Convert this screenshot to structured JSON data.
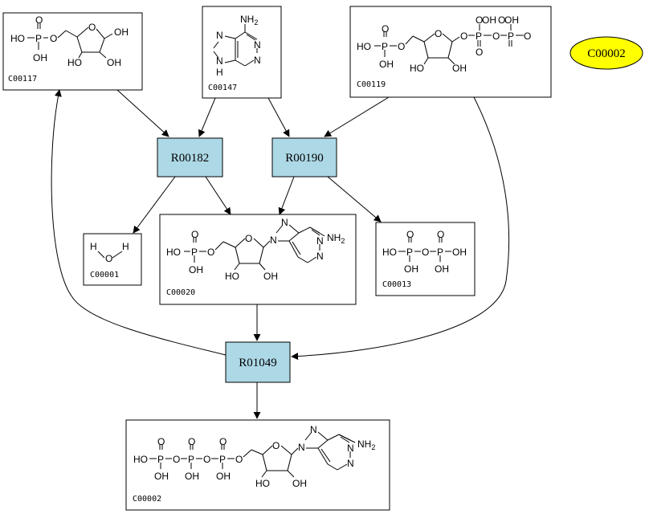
{
  "compounds": {
    "c00117": {
      "id": "C00117",
      "atoms": {
        "ho_p": "HO",
        "p": "P",
        "o_dbl": "O",
        "oh_p": "OH",
        "o_link": "O",
        "o_ring": "O",
        "oh_anom": "OH",
        "ho_c3": "HO",
        "oh_c2": "OH"
      }
    },
    "c00147": {
      "id": "C00147",
      "atoms": {
        "nh2": "NH",
        "nh2_sub": "2",
        "n7": "N",
        "n1": "N",
        "n3": "N",
        "n9": "N",
        "h9": "H"
      }
    },
    "c00119": {
      "id": "C00119",
      "atoms": {
        "ho_p": "HO",
        "p1": "P",
        "o1_dbl": "O",
        "oh_p1": "OH",
        "o_link": "O",
        "o_ring": "O",
        "o_b1": "O",
        "p2": "P",
        "o2_up": "O",
        "oh2_up": "OH",
        "o_b2": "O",
        "p3": "P",
        "o3_up": "O",
        "oh3_up": "OH",
        "o2_dn": "O",
        "o3_dn": "O",
        "ho_c3": "HO",
        "oh_c2": "OH"
      }
    },
    "c00001": {
      "id": "C00001",
      "atoms": {
        "h1": "H",
        "o": "O",
        "h2": "H"
      }
    },
    "c00020": {
      "id": "C00020",
      "atoms": {
        "ho_p": "HO",
        "p": "P",
        "o_dbl": "O",
        "oh_p": "OH",
        "o_link": "O",
        "o_ring": "O",
        "n9": "N",
        "n7": "N",
        "n1": "N",
        "n3": "N",
        "nh2": "NH",
        "nh2_sub": "2",
        "ho_c3": "HO",
        "oh_c2": "OH"
      }
    },
    "c00013": {
      "id": "C00013",
      "atoms": {
        "ho_p1": "HO",
        "p1": "P",
        "o_b": "O",
        "p2": "P",
        "oh_p2": "OH",
        "o1_up": "O",
        "o2_up": "O",
        "oh1_dn": "OH",
        "oh2_dn": "OH"
      }
    },
    "c00002": {
      "id": "C00002",
      "atoms": {
        "ho": "HO",
        "p1": "P",
        "ob1": "O",
        "p2": "P",
        "ob2": "O",
        "p3": "P",
        "o_link": "O",
        "o1_up": "O",
        "o2_up": "O",
        "o3_up": "O",
        "oh1": "OH",
        "oh2": "OH",
        "oh3": "OH",
        "o_ring": "O",
        "n9": "N",
        "n7": "N",
        "n1": "N",
        "n3": "N",
        "nh2": "NH",
        "nh2_sub": "2",
        "ho_c3": "HO",
        "oh_c2": "OH"
      }
    }
  },
  "reactions": {
    "r00182": "R00182",
    "r00190": "R00190",
    "r01049": "R01049"
  },
  "highlight": {
    "label": "C00002",
    "color": "#ffff00"
  },
  "colors": {
    "reaction_fill": "#add8e6",
    "compound_fill": "#ffffff",
    "line": "#000000"
  }
}
